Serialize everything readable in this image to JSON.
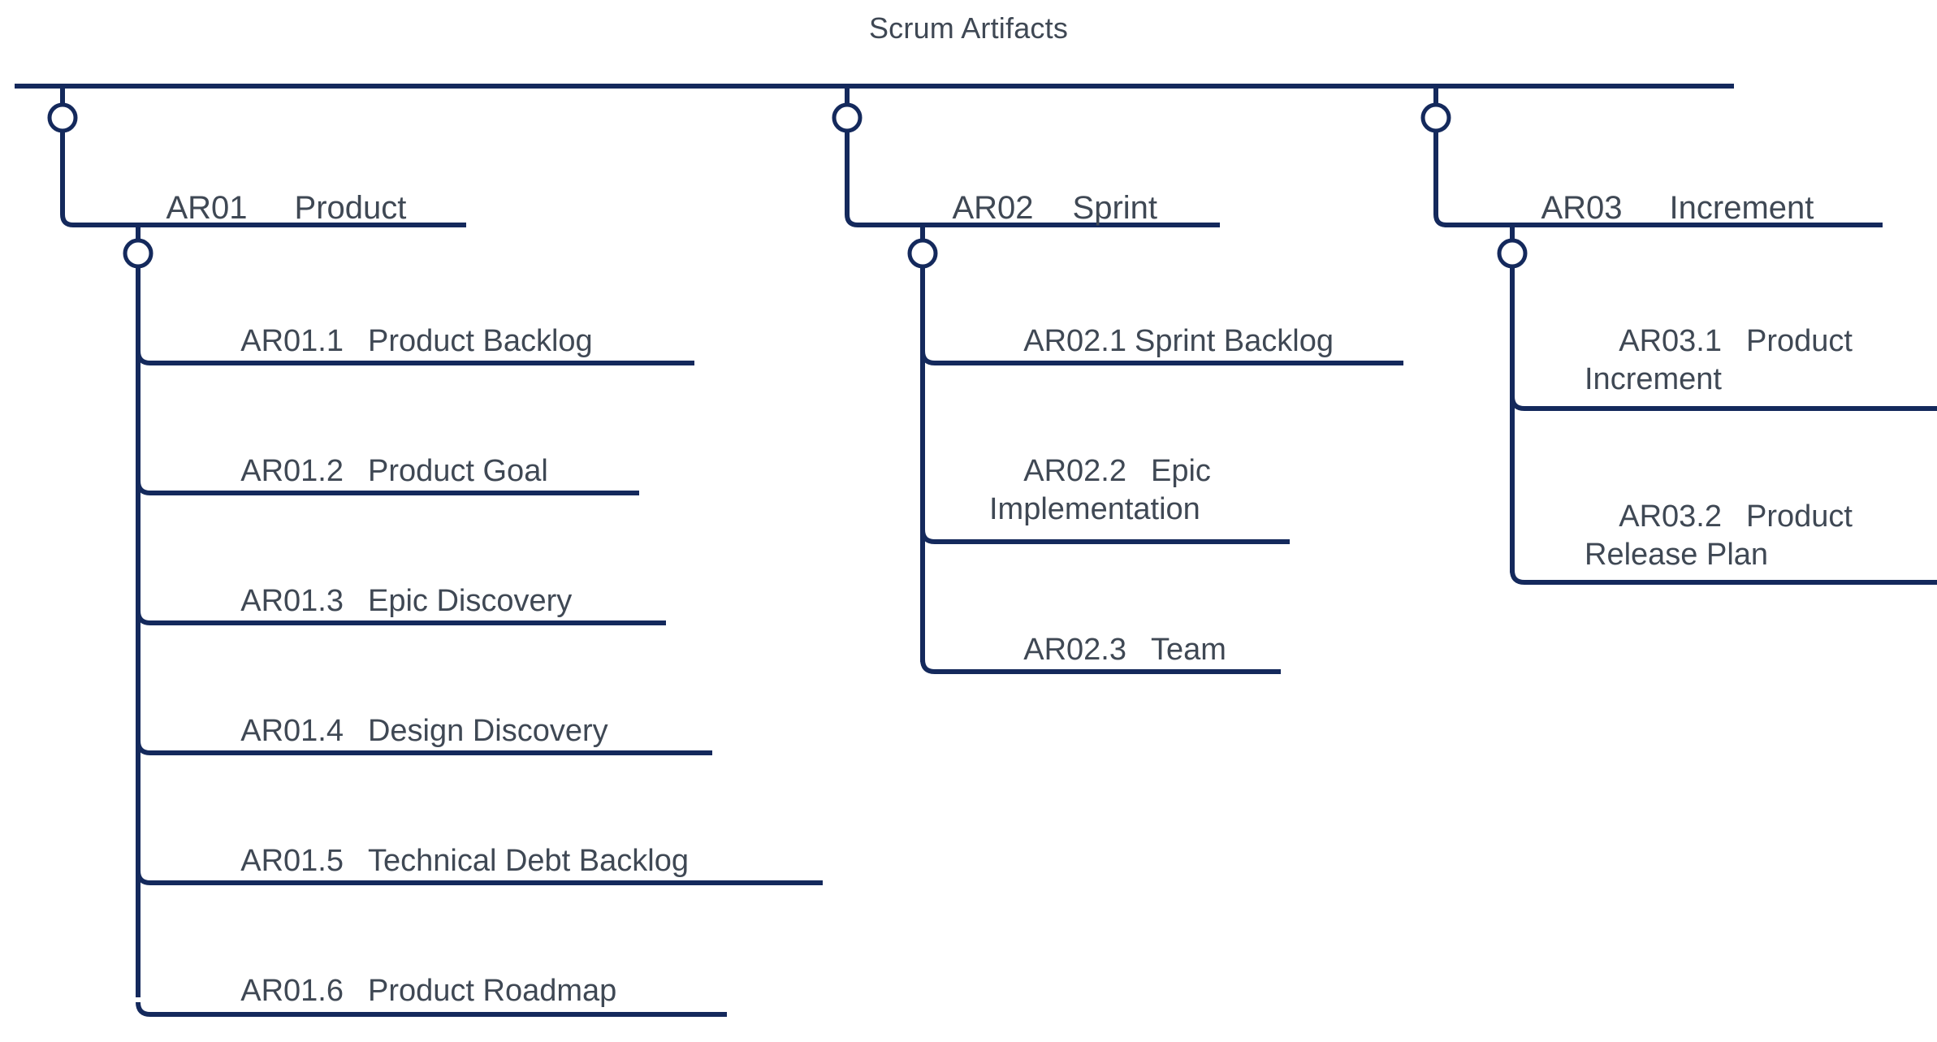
{
  "title": "Scrum Artifacts",
  "colors": {
    "line": "#14295c",
    "line_alt": "#1f3864",
    "text": "#3f4854",
    "background": "#ffffff"
  },
  "branches": [
    {
      "id": "ar01",
      "code": "AR01",
      "label": "Product",
      "children": [
        {
          "id": "ar01-1",
          "code": "AR01.1",
          "label": "Product Backlog"
        },
        {
          "id": "ar01-2",
          "code": "AR01.2",
          "label": "Product Goal"
        },
        {
          "id": "ar01-3",
          "code": "AR01.3",
          "label": "Epic Discovery"
        },
        {
          "id": "ar01-4",
          "code": "AR01.4",
          "label": "Design Discovery"
        },
        {
          "id": "ar01-5",
          "code": "AR01.5",
          "label": "Technical Debt Backlog"
        },
        {
          "id": "ar01-6",
          "code": "AR01.6",
          "label": "Product Roadmap"
        }
      ]
    },
    {
      "id": "ar02",
      "code": "AR02",
      "label": "Sprint",
      "children": [
        {
          "id": "ar02-1",
          "code": "AR02.1",
          "label": "Sprint Backlog"
        },
        {
          "id": "ar02-2",
          "code": "AR02.2",
          "label": "Epic Implementation"
        },
        {
          "id": "ar02-3",
          "code": "AR02.3",
          "label": "Team"
        }
      ]
    },
    {
      "id": "ar03",
      "code": "AR03",
      "label": "Increment",
      "children": [
        {
          "id": "ar03-1",
          "code": "AR03.1",
          "label": "Product Increment"
        },
        {
          "id": "ar03-2",
          "code": "AR03.2",
          "label": "Product Release Plan"
        }
      ]
    }
  ]
}
